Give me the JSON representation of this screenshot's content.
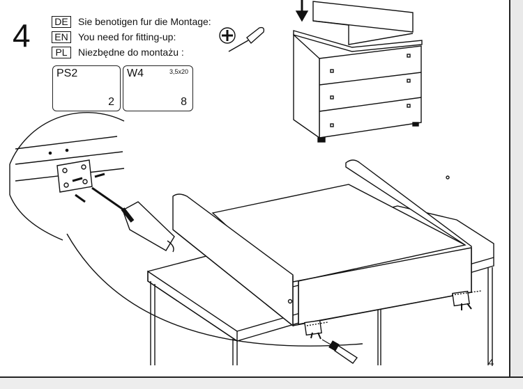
{
  "step": {
    "number": "4"
  },
  "languages": [
    {
      "code": "DE",
      "text": "Sie benotigen fur die Montage:"
    },
    {
      "code": "EN",
      "text": "You need for fitting-up:"
    },
    {
      "code": "PL",
      "text": "Niezbędne do montażu :"
    }
  ],
  "tools": {
    "screwdriver": "phillips-screwdriver-icon"
  },
  "parts": [
    {
      "code": "PS2",
      "quantity": "2",
      "spec": "",
      "icon": "mounting-plate-icon"
    },
    {
      "code": "W4",
      "quantity": "8",
      "spec": "3,5x20",
      "icon": "wood-screw-icon"
    }
  ],
  "page_number": "4",
  "colors": {
    "line": "#111111",
    "page_edge": "#e9e9e9",
    "background": "#ffffff"
  }
}
